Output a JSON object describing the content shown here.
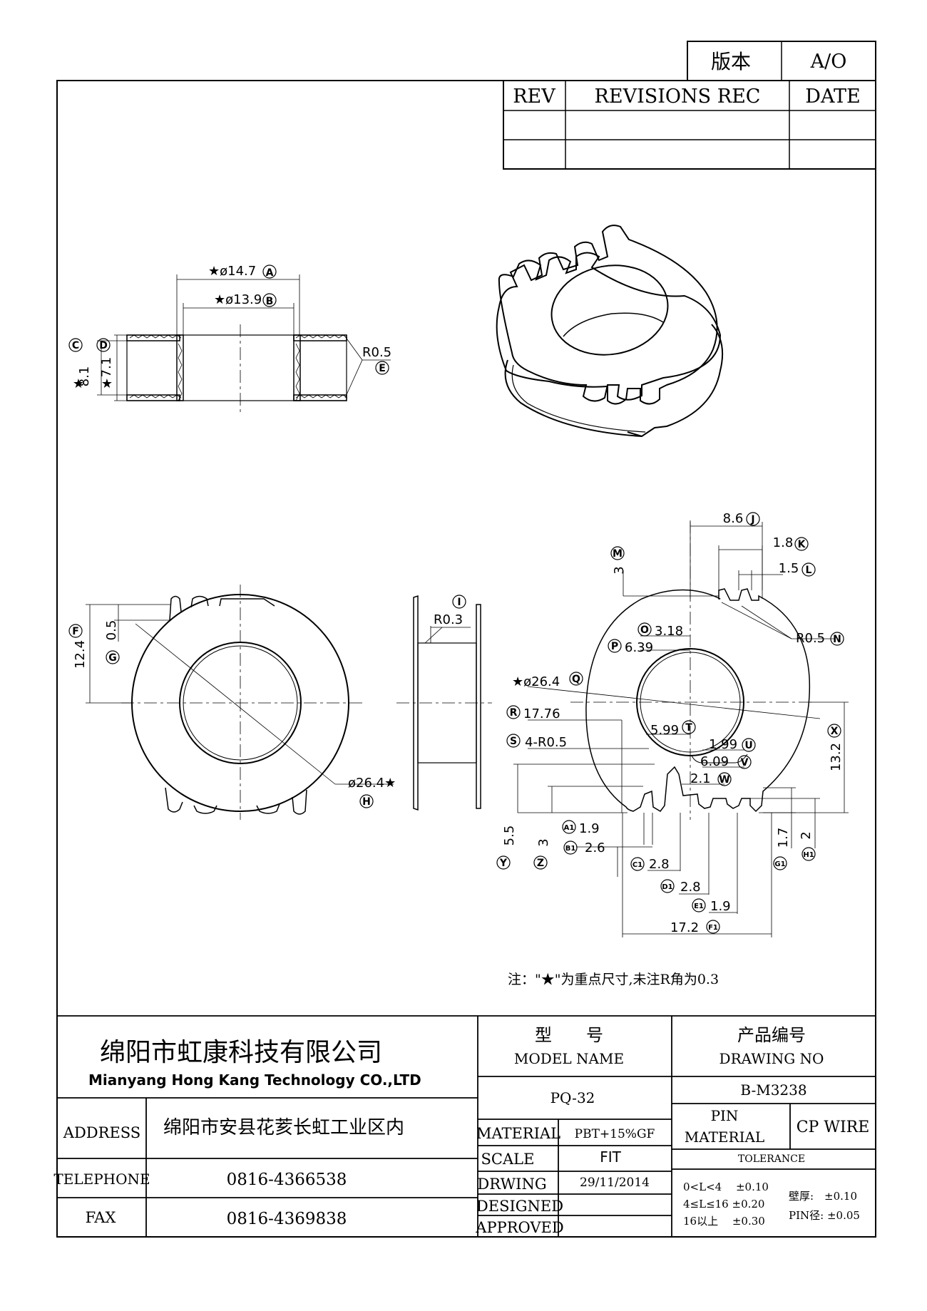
{
  "revision": {
    "version_label": "版本",
    "version_value": "A/O",
    "col_rev": "REV",
    "col_records": "REVISIONS REC",
    "col_date": "DATE"
  },
  "top_view": {
    "dim_a": "★ø14.7",
    "tag_a": "A",
    "dim_b": "★ø13.9",
    "tag_b": "B",
    "dim_c": "8.1",
    "tag_c": "C",
    "star_c": "★",
    "dim_d": "7.1",
    "tag_d": "D",
    "star_d": "★",
    "dim_e": "R0.5",
    "tag_e": "E"
  },
  "front_view": {
    "dim_f": "12.4",
    "tag_f": "F",
    "dim_g": "0.5",
    "tag_g": "G",
    "dim_h": "ø26.4★",
    "tag_h": "H"
  },
  "side_view": {
    "dim_i": "R0.3",
    "tag_i": "I"
  },
  "pin_view": {
    "dim_j": "8.6",
    "tag_j": "J",
    "dim_k": "1.8",
    "tag_k": "K",
    "dim_l": "1.5",
    "tag_l": "L",
    "dim_m": "3",
    "tag_m": "M",
    "dim_n": "R0.5",
    "tag_n": "N",
    "dim_o": "3.18",
    "tag_o": "O",
    "dim_p": "6.39",
    "tag_p": "P",
    "dim_q": "★ø26.4",
    "tag_q": "Q",
    "dim_r": "17.76",
    "tag_r": "R",
    "dim_s": "4-R0.5",
    "tag_s": "S",
    "dim_t": "5.99",
    "tag_t": "T",
    "dim_u": "1.99",
    "tag_u": "U",
    "dim_v": "6.09",
    "tag_v": "V",
    "dim_w": "2.1",
    "tag_w": "W",
    "dim_x": "13.2",
    "tag_x": "X",
    "dim_y": "5.5",
    "tag_y": "Y",
    "dim_z": "3",
    "tag_z": "Z",
    "dim_a1": "1.9",
    "tag_a1": "A1",
    "dim_b1": "2.6",
    "tag_b1": "B1",
    "dim_c1": "2.8",
    "tag_c1": "C1",
    "dim_d1": "2.8",
    "tag_d1": "D1",
    "dim_e1": "1.9",
    "tag_e1": "E1",
    "dim_f1": "17.2",
    "tag_f1": "F1",
    "dim_g1": "1.7",
    "tag_g1": "G1",
    "dim_h1": "2",
    "tag_h1": "H1"
  },
  "note": "注：\"★\"为重点尺寸,未注R角为0.3",
  "title_block": {
    "company_cn": "绵阳市虹康科技有限公司",
    "company_en": "Mianyang Hong Kang Technology CO.,LTD",
    "address_label": "ADDRESS",
    "address_value": "绵阳市安县花荄长虹工业区内",
    "telephone_label": "TELEPHONE",
    "telephone_value": "0816-4366538",
    "fax_label": "FAX",
    "fax_value": "0816-4369838",
    "model_label_cn": "型　　号",
    "model_label_en": "MODEL NAME",
    "model_value": "PQ-32",
    "drawing_label_cn": "产品编号",
    "drawing_label_en": "DRAWING NO",
    "drawing_value": "B-M3238",
    "material_label": "MATERIAL",
    "material_value": "PBT+15%GF",
    "scale_label": "SCALE",
    "scale_value": "FIT",
    "drwing_label": "DRWING",
    "drwing_value": "29/11/2014",
    "designed_label": "DESIGNED",
    "approved_label": "APPROVED",
    "pin_label_1": "PIN",
    "pin_label_2": "MATERIAL",
    "pin_value": "CP WIRE",
    "tolerance_label": "TOLERANCE",
    "tol_1": "0<L<4　 ±0.10",
    "tol_2": "4≤L≤16 ±0.20",
    "tol_3": "16以上　 ±0.30",
    "wall_label": "壁厚:　±0.10",
    "pin_dia_label": "PIN径: ±0.05"
  }
}
